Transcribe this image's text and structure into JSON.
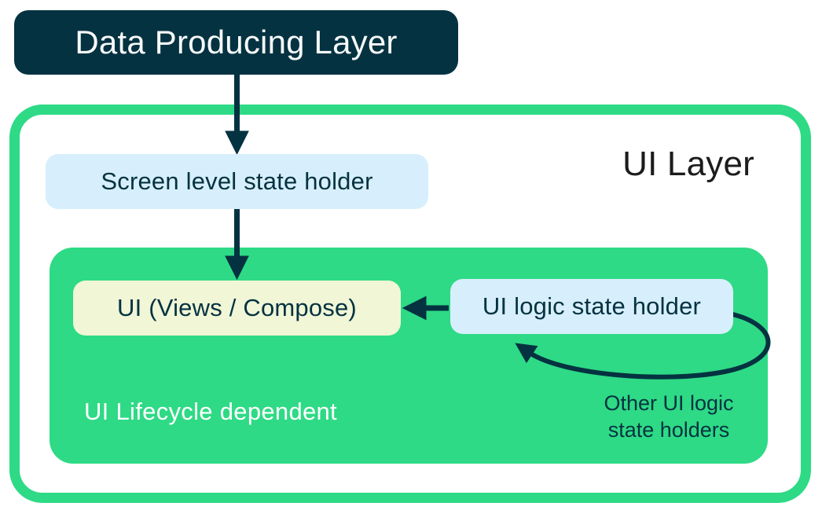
{
  "colors": {
    "dark_teal": "#053241",
    "green": "#2EDA85",
    "light_blue": "#D7EFFC",
    "pale_yellow": "#F0F6D6",
    "ink": "#1C1C1C",
    "white": "#FFFFFF"
  },
  "diagram": {
    "data_layer": {
      "label": "Data Producing Layer"
    },
    "ui_layer": {
      "title": "UI Layer",
      "screen_state_holder": {
        "label": "Screen level state holder"
      },
      "lifecycle_region": {
        "ui_box": {
          "label": "UI (Views / Compose)"
        },
        "ui_logic_state_holder": {
          "label": "UI logic state holder"
        },
        "caption": "UI Lifecycle dependent",
        "other_note_line1": "Other UI logic",
        "other_note_line2": "state holders"
      }
    }
  }
}
